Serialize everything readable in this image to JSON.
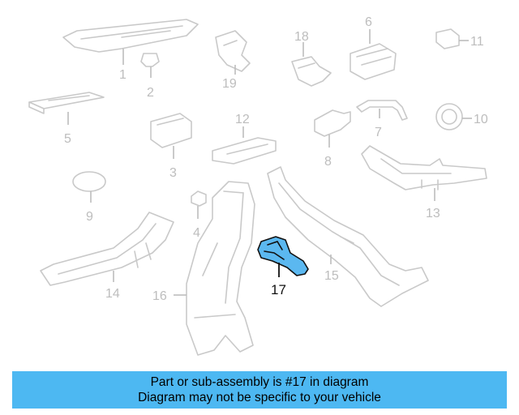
{
  "highlighted_part": "17",
  "callouts": [
    "1",
    "2",
    "3",
    "4",
    "5",
    "6",
    "7",
    "8",
    "9",
    "10",
    "11",
    "12",
    "13",
    "14",
    "15",
    "16",
    "17",
    "18",
    "19"
  ],
  "banner": {
    "line1": "Part or sub-assembly is #17 in diagram",
    "line2": "Diagram may not be specific to your vehicle",
    "color": "#4db8f2"
  },
  "colors": {
    "highlight": "#5bb8f0",
    "ghost": "#c9c9c9"
  }
}
